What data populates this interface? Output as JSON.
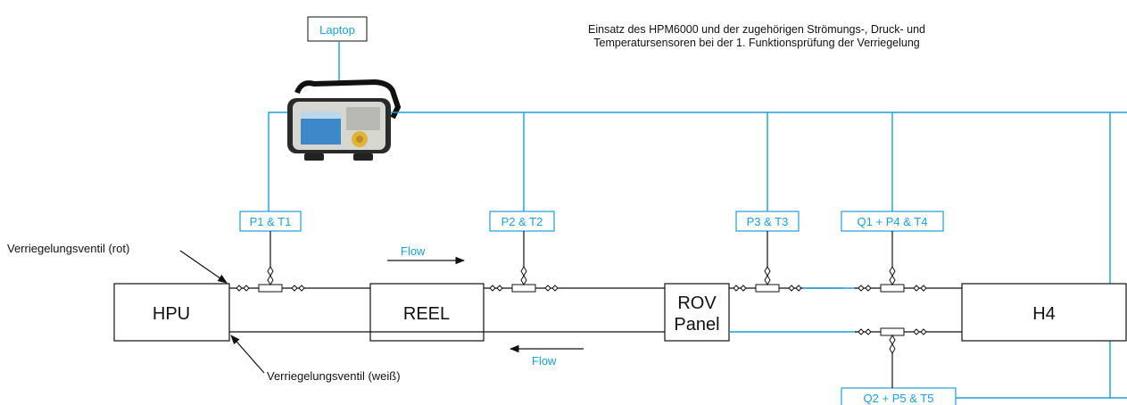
{
  "title_line1": "Einsatz des HPM6000 und der zugehörigen Strömungs-, Druck- und",
  "title_line2": "Temperatursensoren bei der 1. Funktionsprüfung der Verriegelung",
  "laptop": "Laptop",
  "units": {
    "hpu": "HPU",
    "reel": "REEL",
    "rov_line1": "ROV",
    "rov_line2": "Panel",
    "h4": "H4"
  },
  "sensors": {
    "s1": "P1 & T1",
    "s2": "P2 & T2",
    "s3": "P3 & T3",
    "s4": "Q1 + P4 & T4",
    "s5": "Q2 + P5 & T5"
  },
  "flow_top": "Flow",
  "flow_bottom": "Flow",
  "valve_red": "Verriegelungsventil (rot)",
  "valve_white": "Verriegelungsventil (weiß)",
  "colors": {
    "sensor_blue": "#1aa0d8",
    "line_black": "#111111"
  },
  "icons": {
    "device": "hpm6000-handheld-icon"
  }
}
